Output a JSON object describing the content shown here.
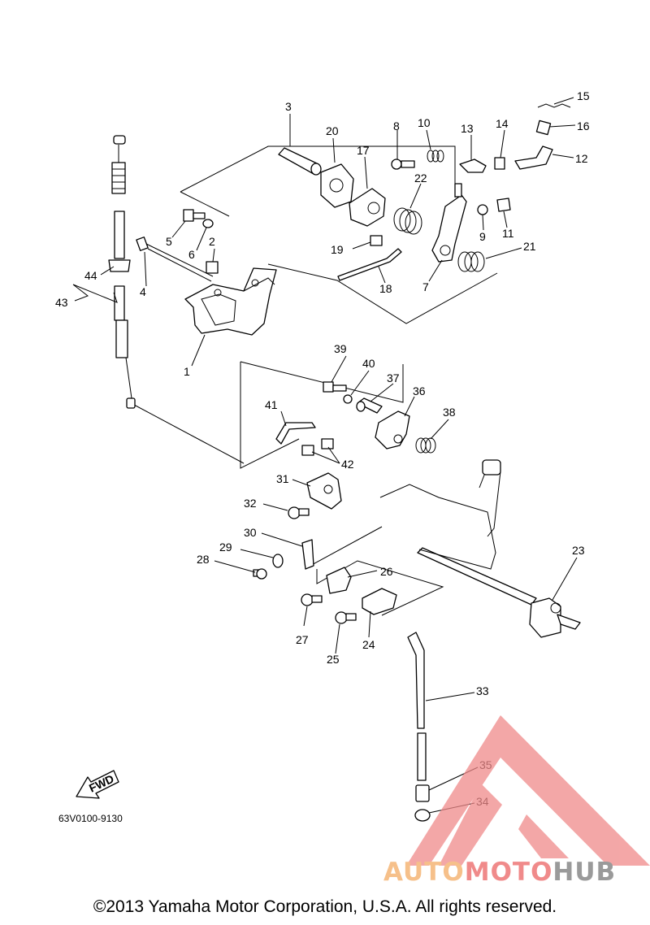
{
  "diagram": {
    "part_code": "63V0100-9130",
    "copyright": "©2013 Yamaha Motor Corporation, U.S.A. All rights reserved.",
    "fwd_label": "FWD",
    "callouts": [
      "1",
      "2",
      "3",
      "4",
      "5",
      "6",
      "7",
      "8",
      "9",
      "10",
      "11",
      "12",
      "13",
      "14",
      "15",
      "16",
      "17",
      "18",
      "19",
      "20",
      "21",
      "22",
      "23",
      "24",
      "25",
      "26",
      "27",
      "28",
      "29",
      "30",
      "31",
      "32",
      "33",
      "34",
      "35",
      "36",
      "37",
      "38",
      "39",
      "40",
      "41",
      "42",
      "43",
      "44"
    ]
  },
  "watermark": {
    "part1": "AUTO",
    "part2": "MOTO",
    "part3": "HUB",
    "colors": {
      "auto": "#f6c08a",
      "moto": "#f08a8a",
      "hub": "#9a9a9a",
      "triangle": "#f08a8a"
    }
  }
}
